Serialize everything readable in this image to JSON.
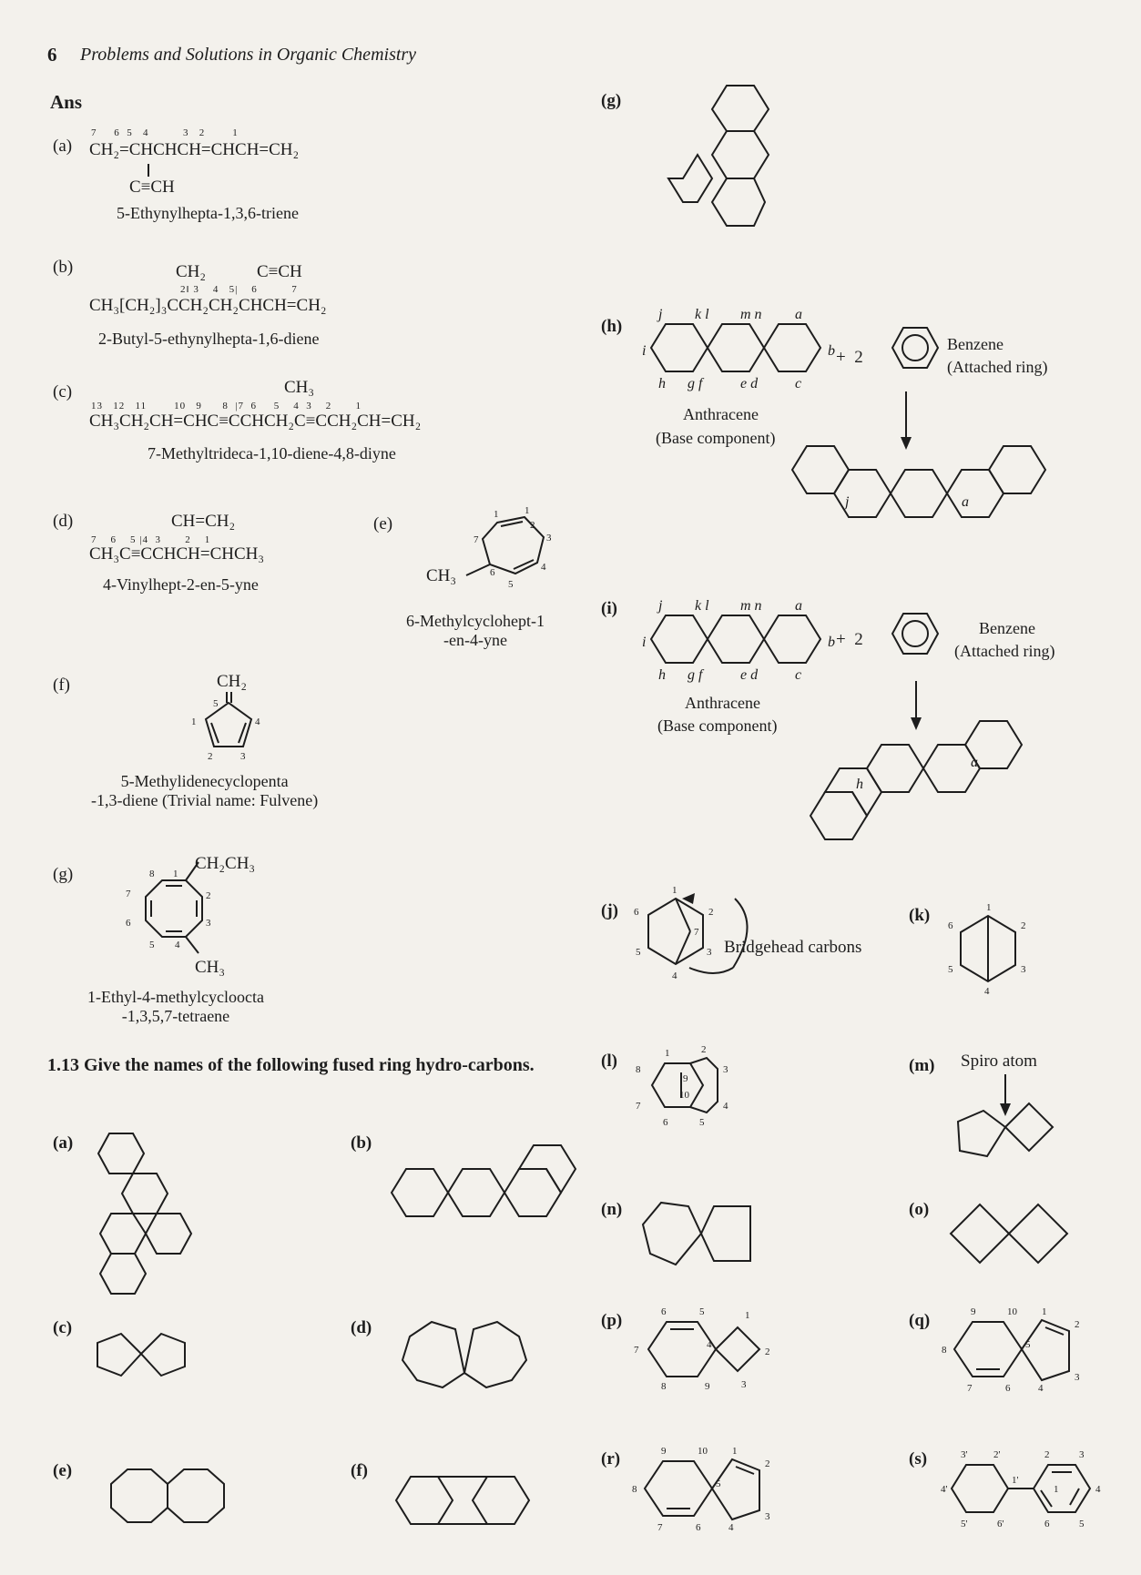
{
  "header": {
    "page_number": "6",
    "book_title": "Problems and Solutions in Organic Chemistry"
  },
  "answer_heading": "Ans",
  "left_answers": {
    "a": {
      "label": "(a)",
      "numbering": "7     6  5   4          3   2        1",
      "formula": "CH₂=CHCHCH=CHCH=CH₂",
      "branch": "C≡CH",
      "name": "5-Ethynylhepta-1,3,6-triene"
    },
    "b": {
      "label": "(b)",
      "top_group": "CH₂",
      "alkyne_group": "C≡CH",
      "numbering": "2‖ 3    4   5|    6          7",
      "formula": "CH₃[CH₂]₃CCH₂CH₂CHCH=CH₂",
      "name": "2-Butyl-5-ethynylhepta-1,6-diene"
    },
    "c": {
      "label": "(c)",
      "top_group": "CH₃",
      "numbering": "13   12   11        10   9      8  |7  6     5    4  3    2       1",
      "formula": "CH₃CH₂CH=CHC≡CCHCH₂C≡CCH₂CH=CH₂",
      "name": "7-Methyltrideca-1,10-diene-4,8-diyne"
    },
    "d": {
      "label": "(d)",
      "top_group": "CH=CH₂",
      "numbering": "7    6    5 |4  3       2    1",
      "formula": "CH₃C≡CCHCH=CHCH₃",
      "name": "4-Vinylhept-2-en-5-yne"
    },
    "e": {
      "label": "(e)",
      "substituent": "CH₃",
      "name": "6-Methylcyclohept-1\n-en-4-yne"
    },
    "f": {
      "label": "(f)",
      "substituent": "CH₂",
      "name": "5-Methylidenecyclopenta\n-1,3-diene (Trivial name: Fulvene)"
    },
    "g": {
      "label": "(g)",
      "substituent_top": "CH₂CH₃",
      "substituent_bottom": "CH₃",
      "name": "1-Ethyl-4-methylcycloocta\n-1,3,5,7-tetraene"
    }
  },
  "right_answers": {
    "g": {
      "label": "(g)"
    },
    "h": {
      "label": "(h)",
      "base_name": "Anthracene",
      "base_role": "(Base component)",
      "plus": "+  2",
      "attached_name": "Benzene",
      "attached_role": "(Attached ring)"
    },
    "i": {
      "label": "(i)",
      "base_name": "Anthracene",
      "base_role": "(Base component)",
      "plus": "+  2",
      "attached_name": "Benzene",
      "attached_role": "(Attached ring)"
    },
    "j": {
      "label": "(j)",
      "annotation": "Bridgehead carbons"
    },
    "k": {
      "label": "(k)"
    },
    "l": {
      "label": "(l)"
    },
    "m": {
      "label": "(m)",
      "annotation": "Spiro atom"
    },
    "n": {
      "label": "(n)"
    },
    "o": {
      "label": "(o)"
    },
    "p": {
      "label": "(p)"
    },
    "q": {
      "label": "(q)"
    },
    "r": {
      "label": "(r)"
    },
    "s": {
      "label": "(s)"
    }
  },
  "question": {
    "number": "1.13",
    "text": "Give the names of the following fused ring hydro-carbons.",
    "parts": [
      "(a)",
      "(b)",
      "(c)",
      "(d)",
      "(e)",
      "(f)"
    ]
  }
}
